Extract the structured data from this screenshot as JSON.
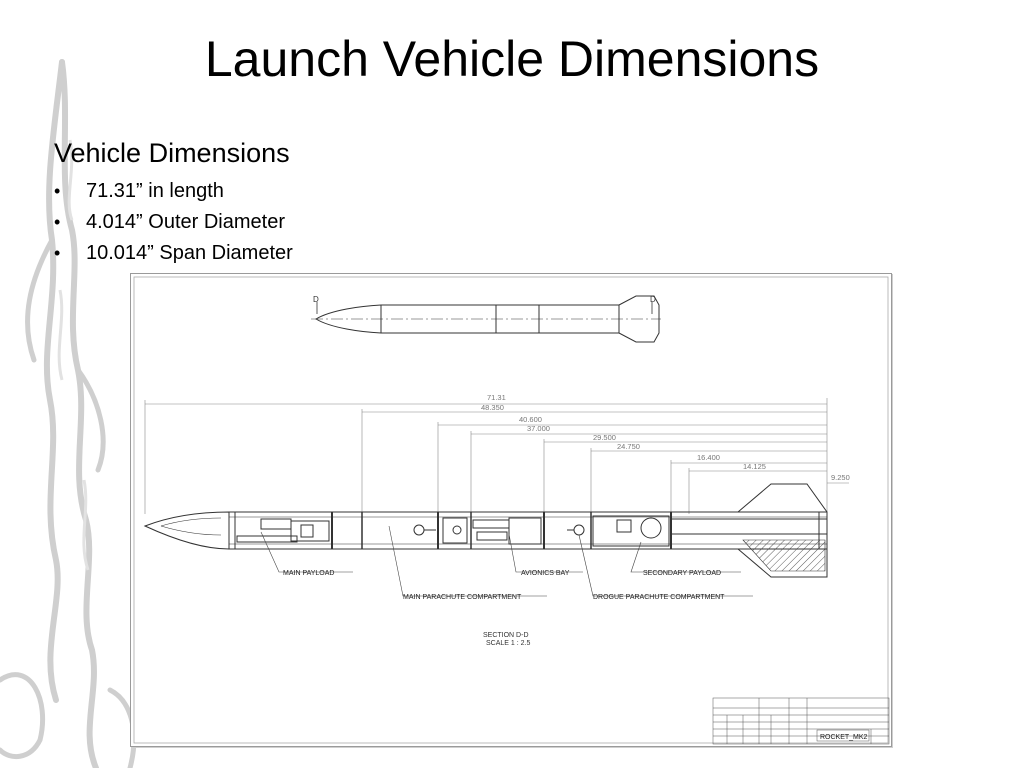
{
  "slide": {
    "title": "Launch Vehicle Dimensions",
    "subheading": "Vehicle Dimensions",
    "bullets": [
      "71.31” in length",
      "4.014” Outer Diameter",
      "10.014” Span Diameter"
    ]
  },
  "drawing": {
    "section_marker": "D",
    "dimensions": [
      "71.31",
      "48.350",
      "40.600",
      "37.000",
      "29.500",
      "24.750",
      "16.400",
      "14.125",
      "9.250"
    ],
    "callouts": {
      "main_payload": "MAIN PAYLOAD",
      "main_parachute": "MAIN PARACHUTE COMPARTMENT",
      "avionics_bay": "AVIONICS BAY",
      "drogue_parachute": "DROGUE PARACHUTE COMPARTMENT",
      "secondary_payload": "SECONDARY PAYLOAD"
    },
    "section_label": "SECTION D-D",
    "scale_label": "SCALE 1 : 2.5",
    "title_block_name": "ROCKET_MK2"
  },
  "colors": {
    "line": "#333333",
    "dimension": "#888888",
    "background_art": "#d0d0d0"
  }
}
